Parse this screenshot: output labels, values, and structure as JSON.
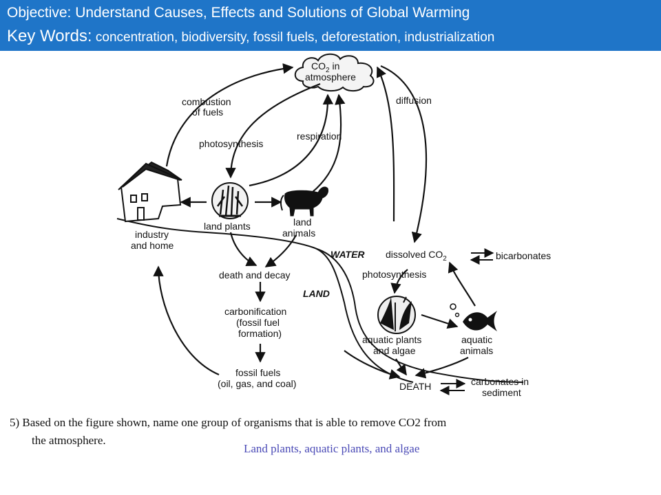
{
  "header": {
    "objective": "Objective: Understand Causes, Effects and Solutions of Global Warming",
    "keywords_label": "Key Words:",
    "keywords_text": " concentration, biodiversity, fossil fuels, deforestation, industrialization"
  },
  "diagram": {
    "co2_line1": "CO",
    "co2_sub": "2",
    "co2_in": " in",
    "co2_line2": "atmosphere",
    "combustion_1": "combustion",
    "combustion_2": "of fuels",
    "photosynthesis_land": "photosynthesis",
    "respiration": "respiration",
    "diffusion": "diffusion",
    "land_plants": "land plants",
    "land_animals_1": "land",
    "land_animals_2": "animals",
    "industry_1": "industry",
    "industry_2": "and home",
    "water": "WATER",
    "land": "LAND",
    "dissolved": "dissolved CO",
    "dissolved_sub": "2",
    "bicarbonates": "bicarbonates",
    "photosynthesis_water": "photosynthesis",
    "death_decay": "death and decay",
    "carbonification_1": "carbonification",
    "carbonification_2": "(fossil fuel",
    "carbonification_3": "formation)",
    "aquatic_plants_1": "aquatic plants",
    "aquatic_plants_2": "and algae",
    "aquatic_animals_1": "aquatic",
    "aquatic_animals_2": "animals",
    "fossil_fuels_1": "fossil fuels",
    "fossil_fuels_2": "(oil, gas, and coal)",
    "death": "DEATH",
    "carbonates_1": "carbonates in",
    "carbonates_2": "sediment"
  },
  "question": {
    "line1": "5) Based on the figure shown, name one group of organisms that is able to remove CO2 from",
    "line2": "the atmosphere."
  },
  "answer": "Land plants, aquatic plants, and algae"
}
